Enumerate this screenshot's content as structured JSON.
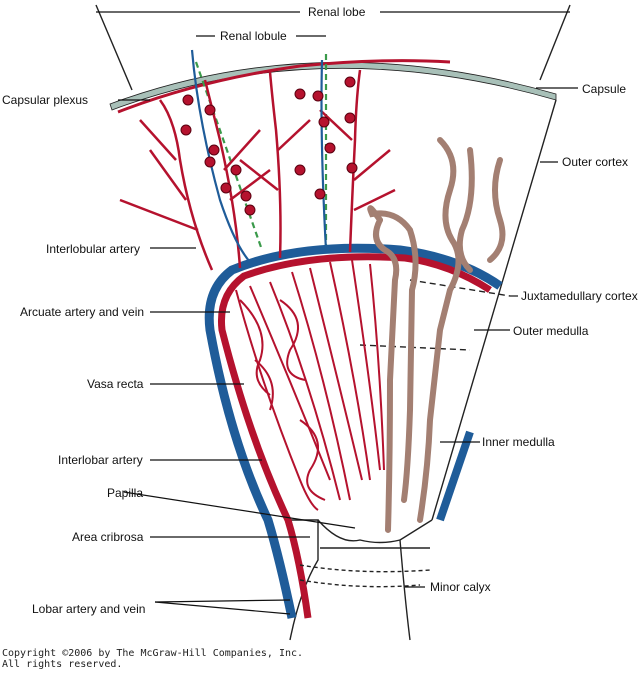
{
  "labels": {
    "renal_lobe": "Renal lobe",
    "renal_lobule": "Renal lobule",
    "capsular_plexus": "Capsular plexus",
    "capsule": "Capsule",
    "outer_cortex": "Outer cortex",
    "interlobular_artery": "Interlobular artery",
    "juxtamedullary_cortex": "Juxtamedullary cortex",
    "arcuate_artery_vein": "Arcuate artery and vein",
    "outer_medulla": "Outer medulla",
    "vasa_recta": "Vasa recta",
    "inner_medulla": "Inner medulla",
    "interlobar_artery": "Interlobar artery",
    "papilla": "Papilla",
    "area_cribrosa": "Area cribrosa",
    "minor_calyx": "Minor calyx",
    "lobar_artery_vein": "Lobar artery and vein"
  },
  "copyright": {
    "line1": "Copyright ©2006 by The McGraw-Hill Companies, Inc.",
    "line2": "All rights reserved."
  },
  "colors": {
    "artery": "#b5122e",
    "vein": "#1f5c99",
    "tubule": "#a37f72",
    "capsule": "#a8c0b8",
    "outline": "#222222",
    "lobule_boundary": "#3a9a4a"
  }
}
